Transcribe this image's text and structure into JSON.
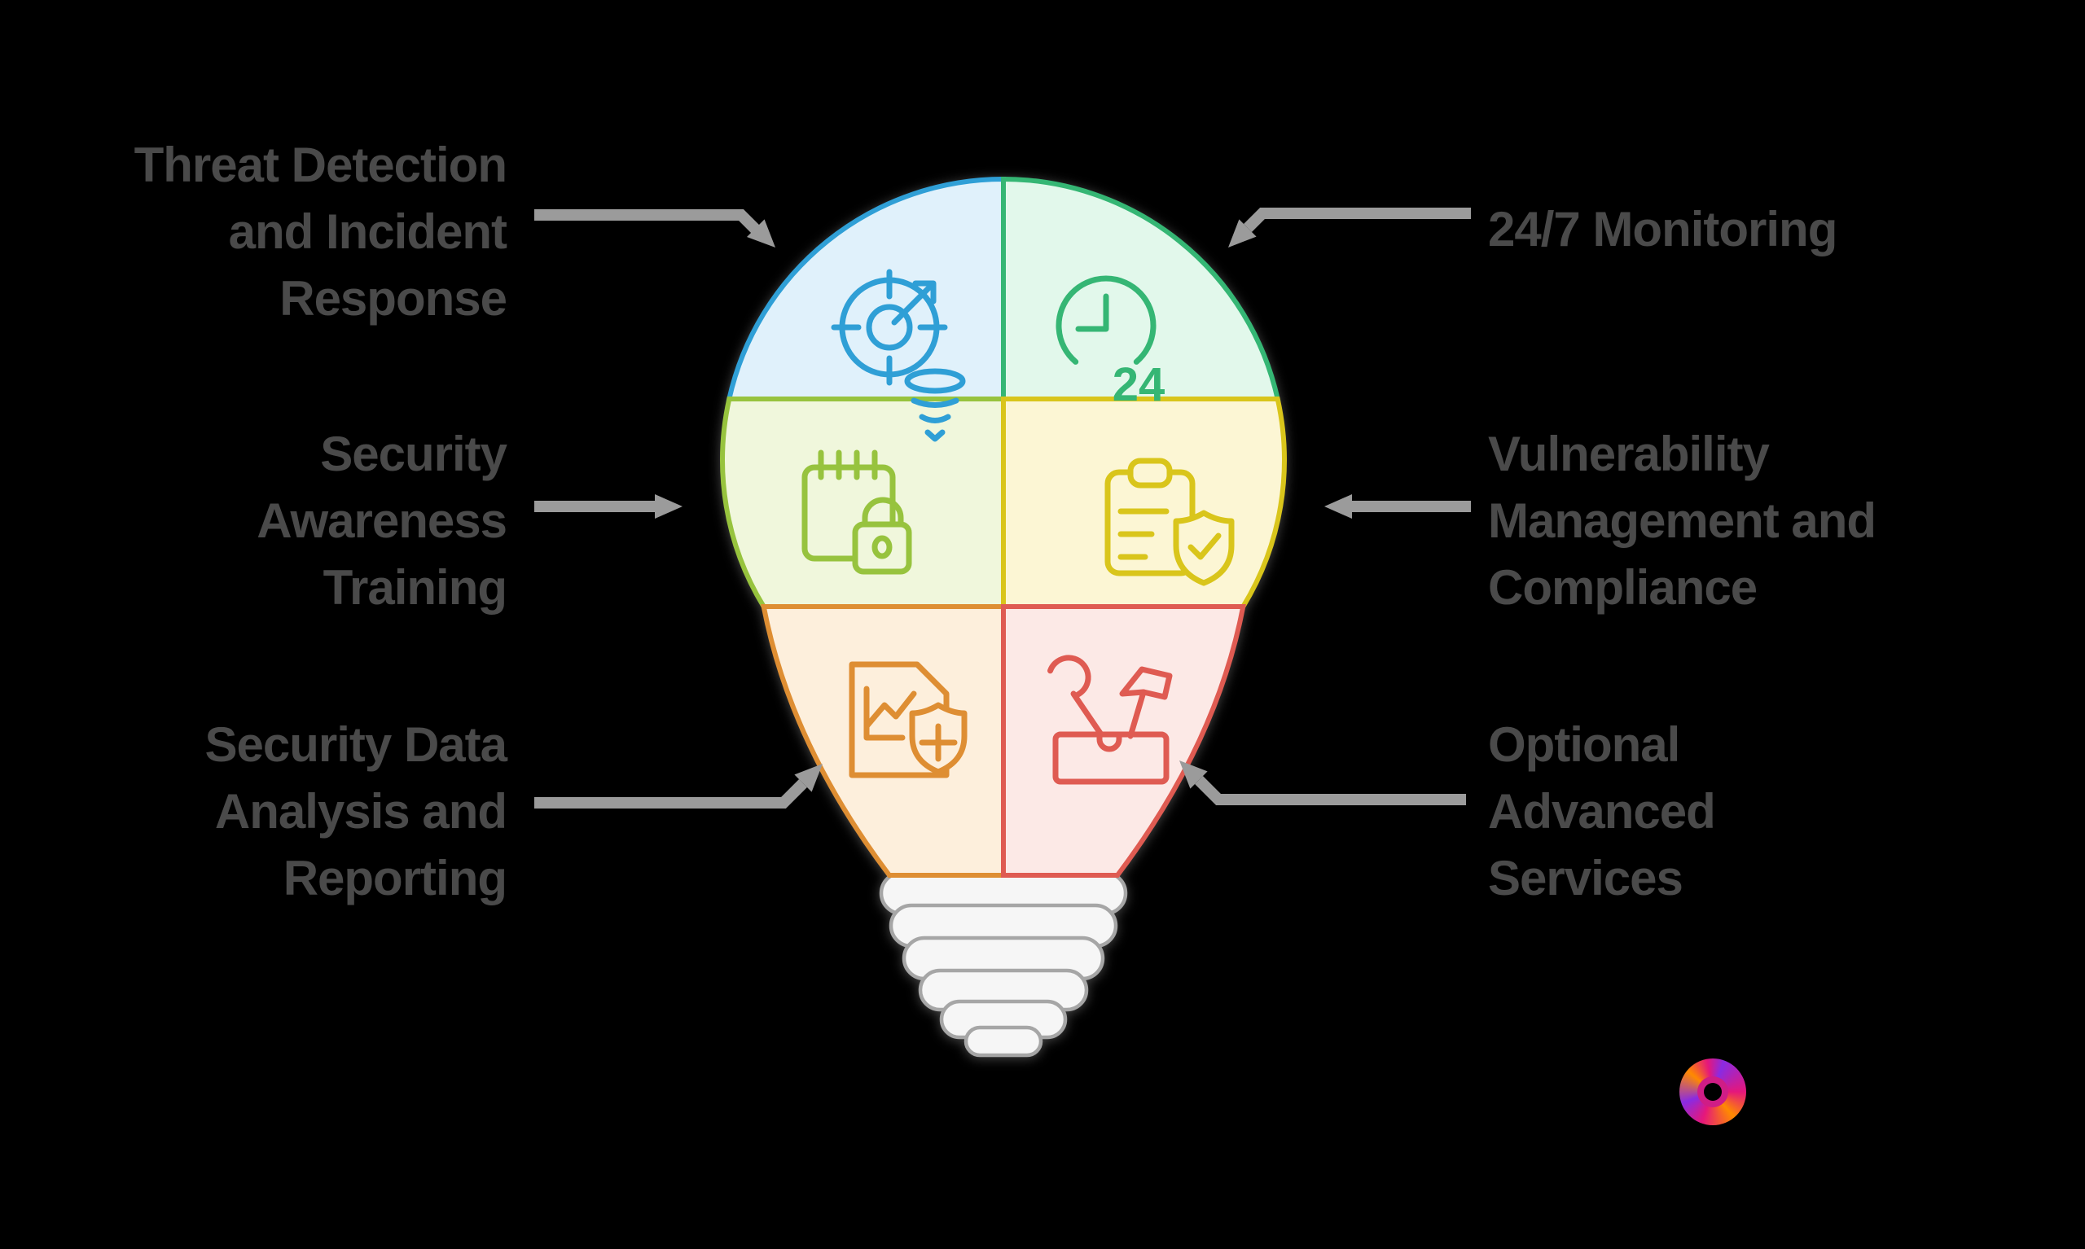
{
  "background_color": "#000000",
  "text_color": "#4a4a4a",
  "arrow_color": "#9b9b9b",
  "bulb_base_fill": "#f6f6f6",
  "bulb_base_stroke": "#a6a6a6",
  "labels": {
    "top_left": {
      "lines": [
        "Threat Detection",
        "and Incident",
        "Response"
      ]
    },
    "top_right": {
      "lines": [
        "24/7 Monitoring"
      ]
    },
    "middle_left": {
      "lines": [
        "Security",
        "Awareness",
        "Training"
      ]
    },
    "middle_right": {
      "lines": [
        "Vulnerability",
        "Management and",
        "Compliance"
      ]
    },
    "bottom_left": {
      "lines": [
        "Security Data",
        "Analysis and",
        "Reporting"
      ]
    },
    "bottom_right": {
      "lines": [
        "Optional",
        "Advanced",
        "Services"
      ]
    }
  },
  "segments": [
    {
      "id": "threat-detection",
      "label": "Threat Detection and Incident Response",
      "icon": "radar-target-icon",
      "fill": "#e0f1fb",
      "stroke": "#2f9fd6"
    },
    {
      "id": "monitoring-24-7",
      "label": "24/7 Monitoring",
      "icon": "clock-24-icon",
      "fill": "#e2f8eb",
      "stroke": "#35b674"
    },
    {
      "id": "security-awareness",
      "label": "Security Awareness Training",
      "icon": "notepad-lock-icon",
      "fill": "#f0f7dc",
      "stroke": "#97c33e"
    },
    {
      "id": "vulnerability-compliance",
      "label": "Vulnerability Management and Compliance",
      "icon": "clipboard-shield-check-icon",
      "fill": "#fcf6d4",
      "stroke": "#d9c51b"
    },
    {
      "id": "data-analysis-reporting",
      "label": "Security Data Analysis and Reporting",
      "icon": "document-chart-shield-icon",
      "fill": "#fdefdc",
      "stroke": "#de8e33"
    },
    {
      "id": "advanced-services",
      "label": "Optional Advanced Services",
      "icon": "toolbox-icon",
      "fill": "#fce9e6",
      "stroke": "#df5b52"
    }
  ],
  "clock_icon_text": "24",
  "logo": {
    "name": "swirl-brand-logo",
    "colors": [
      "#8a2be2",
      "#e5177b",
      "#ff8a00"
    ]
  }
}
